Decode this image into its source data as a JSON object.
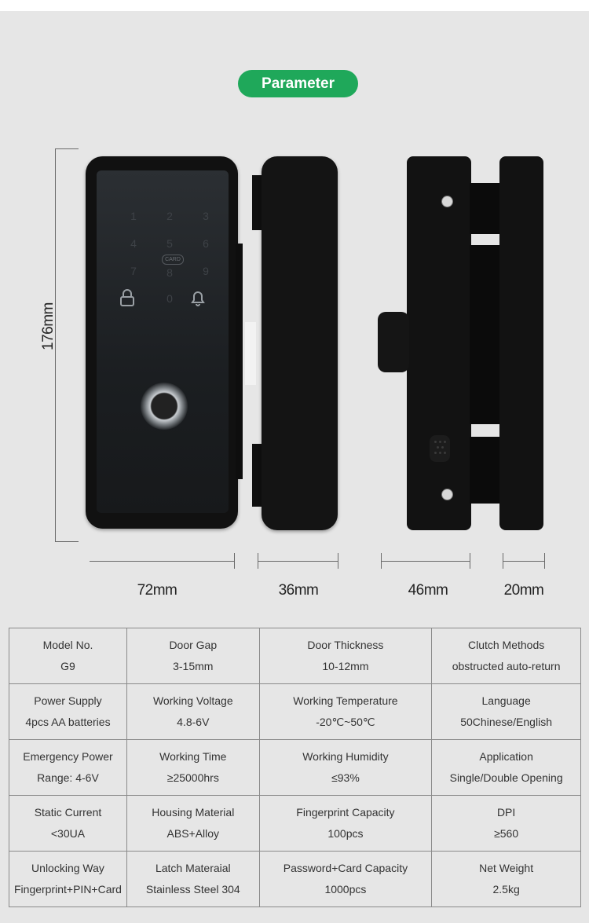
{
  "header": {
    "title": "Parameter"
  },
  "dimensions": {
    "height": "176mm",
    "width_front": "72mm",
    "width_side": "36mm",
    "depth_back": "46mm",
    "depth_clamp": "20mm"
  },
  "keypad": {
    "keys": [
      "1",
      "2",
      "3",
      "4",
      "5",
      "6",
      "7",
      "8",
      "9",
      "0"
    ],
    "card_label": "CARD"
  },
  "icons": {
    "lock": "lock-icon",
    "bell": "bell-icon",
    "fingerprint": "fingerprint-sensor"
  },
  "colors": {
    "accent": "#1fa85a",
    "background": "#e6e6e6",
    "device": "#111111"
  },
  "specs": [
    [
      {
        "label": "Model No.",
        "value": "G9"
      },
      {
        "label": "Door Gap",
        "value": "3-15mm"
      },
      {
        "label": "Door Thickness",
        "value": "10-12mm"
      },
      {
        "label": "Clutch Methods",
        "value": "obstructed auto-return"
      }
    ],
    [
      {
        "label": "Power Supply",
        "value": "4pcs AA batteries"
      },
      {
        "label": "Working Voltage",
        "value": "4.8-6V"
      },
      {
        "label": "Working Temperature",
        "value": "-20℃~50℃"
      },
      {
        "label": "Language",
        "value": "50Chinese/English"
      }
    ],
    [
      {
        "label": "Emergency Power",
        "value": "Range: 4-6V"
      },
      {
        "label": "Working Time",
        "value": "≥25000hrs"
      },
      {
        "label": "Working Humidity",
        "value": "≤93%"
      },
      {
        "label": "Application",
        "value": "Single/Double Opening"
      }
    ],
    [
      {
        "label": "Static Current",
        "value": "<30UA"
      },
      {
        "label": "Housing Material",
        "value": "ABS+Alloy"
      },
      {
        "label": "Fingerprint Capacity",
        "value": "100pcs"
      },
      {
        "label": "DPI",
        "value": "≥560"
      }
    ],
    [
      {
        "label": "Unlocking Way",
        "value": "Fingerprint+PIN+Card"
      },
      {
        "label": "Latch Materaial",
        "value": "Stainless Steel 304"
      },
      {
        "label": "Password+Card Capacity",
        "value": "1000pcs"
      },
      {
        "label": "Net Weight",
        "value": "2.5kg"
      }
    ]
  ]
}
